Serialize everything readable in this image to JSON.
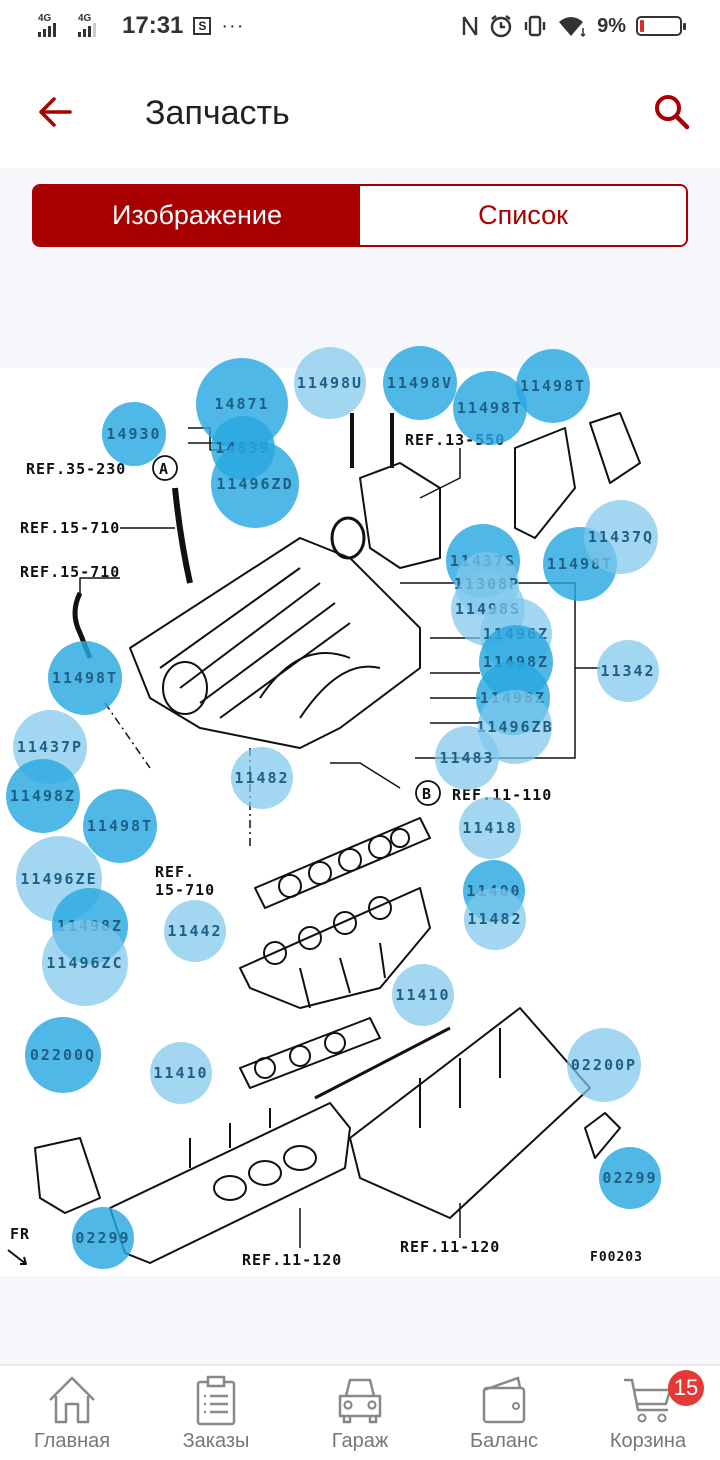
{
  "status_bar": {
    "network1": "4G",
    "network2": "4G",
    "time": "17:31",
    "notification_icon": "screenshot-icon",
    "more": "···",
    "icons": [
      "nfc-icon",
      "alarm-icon",
      "vibrate-icon",
      "wifi-icon"
    ],
    "battery_percent": "9%",
    "battery_level": 0.09
  },
  "app_bar": {
    "back_icon": "arrow-left-icon",
    "title": "Запчасть",
    "search_icon": "search-icon"
  },
  "view_toggle": {
    "options": [
      {
        "label": "Изображение",
        "active": true
      },
      {
        "label": "Список",
        "active": false
      }
    ]
  },
  "diagram": {
    "code": "F00203",
    "ref_labels": [
      {
        "text": "REF.35-230"
      },
      {
        "text": "REF.15-710"
      },
      {
        "text": "REF.15-710"
      },
      {
        "text": "REF.13-550"
      },
      {
        "text": "REF.11-110"
      },
      {
        "text": "REF."
      },
      {
        "text": "15-710"
      },
      {
        "text": "REF.11-120"
      },
      {
        "text": "REF.11-120"
      },
      {
        "text": "FR"
      }
    ],
    "markers": [
      "A",
      "B"
    ],
    "callouts": [
      {
        "part": "14871",
        "tone": "dark"
      },
      {
        "part": "11498U",
        "tone": "light"
      },
      {
        "part": "11498V",
        "tone": "dark"
      },
      {
        "part": "11498T",
        "tone": "dark"
      },
      {
        "part": "11498T",
        "tone": "dark"
      },
      {
        "part": "14930",
        "tone": "dark"
      },
      {
        "part": "14839",
        "tone": "dark"
      },
      {
        "part": "11496ZD",
        "tone": "dark"
      },
      {
        "part": "11437S",
        "tone": "dark"
      },
      {
        "part": "11498T",
        "tone": "dark"
      },
      {
        "part": "11437Q",
        "tone": "light"
      },
      {
        "part": "11308P",
        "tone": "light"
      },
      {
        "part": "11498S",
        "tone": "light"
      },
      {
        "part": "11496Z",
        "tone": "light"
      },
      {
        "part": "11498Z",
        "tone": "dark"
      },
      {
        "part": "11342",
        "tone": "light"
      },
      {
        "part": "11498Z",
        "tone": "dark"
      },
      {
        "part": "11496ZB",
        "tone": "light"
      },
      {
        "part": "11483",
        "tone": "light"
      },
      {
        "part": "11498T",
        "tone": "dark"
      },
      {
        "part": "11437P",
        "tone": "light"
      },
      {
        "part": "11498Z",
        "tone": "dark"
      },
      {
        "part": "11498T",
        "tone": "dark"
      },
      {
        "part": "11482",
        "tone": "light"
      },
      {
        "part": "11496ZE",
        "tone": "light"
      },
      {
        "part": "11418",
        "tone": "light"
      },
      {
        "part": "11400",
        "tone": "dark"
      },
      {
        "part": "11482",
        "tone": "light"
      },
      {
        "part": "11442",
        "tone": "light"
      },
      {
        "part": "11498Z",
        "tone": "dark"
      },
      {
        "part": "11496ZC",
        "tone": "light"
      },
      {
        "part": "11410",
        "tone": "light"
      },
      {
        "part": "11410",
        "tone": "light"
      },
      {
        "part": "02200Q",
        "tone": "dark"
      },
      {
        "part": "02200P",
        "tone": "light"
      },
      {
        "part": "02299",
        "tone": "dark"
      },
      {
        "part": "02299",
        "tone": "dark"
      }
    ]
  },
  "bottom_nav": {
    "items": [
      {
        "label": "Главная",
        "icon": "home-icon"
      },
      {
        "label": "Заказы",
        "icon": "clipboard-icon"
      },
      {
        "label": "Гараж",
        "icon": "car-icon"
      },
      {
        "label": "Баланс",
        "icon": "wallet-icon"
      },
      {
        "label": "Корзина",
        "icon": "cart-icon",
        "badge": "15"
      }
    ]
  },
  "colors": {
    "brand": "#a80000",
    "callout_dark": "#29a8e0",
    "callout_light": "#80c8ec",
    "badge": "#e53935"
  }
}
